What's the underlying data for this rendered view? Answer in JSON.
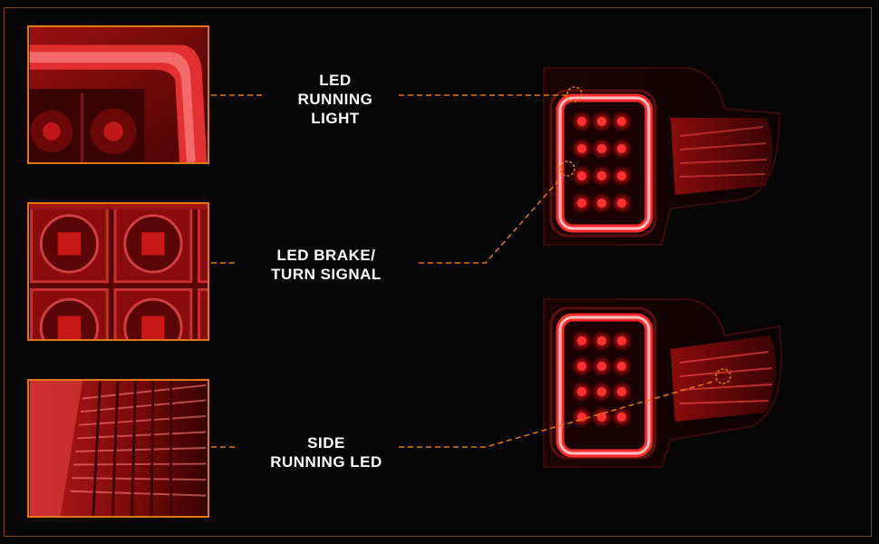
{
  "callouts": [
    {
      "lines": [
        "LED",
        "RUNNING",
        "LIGHT"
      ]
    },
    {
      "lines": [
        "LED BRAKE/",
        "TURN SIGNAL"
      ]
    },
    {
      "lines": [
        "SIDE",
        "RUNNING LED"
      ]
    }
  ],
  "colors": {
    "background": "#050505",
    "accent": "#e07a10",
    "text": "#ffffff",
    "led_red": "#d81818"
  }
}
